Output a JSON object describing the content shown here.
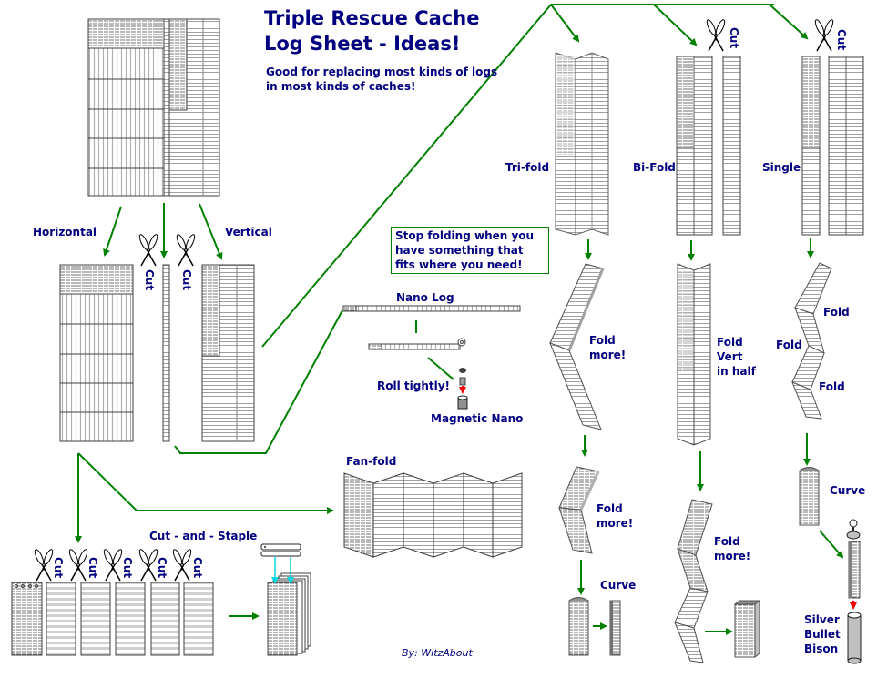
{
  "title": {
    "line1": "Triple Rescue Cache",
    "line2": "Log Sheet - Ideas!"
  },
  "subtitle": {
    "line1": "Good for replacing most kinds of logs",
    "line2": "in most kinds of caches!"
  },
  "note": "Stop folding when you have something that fits where you need!",
  "credit": "By: WitzAbout",
  "colors": {
    "text": "#000080",
    "arrow": "#008000",
    "staple_arrow": "#00e0e0",
    "insert_arrow": "#ff0000",
    "paper_line": "#b0b0b0",
    "paper_border": "#404040"
  },
  "labels": {
    "horizontal": "Horizontal",
    "vertical": "Vertical",
    "cut": "Cut",
    "tri_fold": "Tri-fold",
    "bi_fold": "Bi-Fold",
    "single": "Single",
    "nano_log": "Nano Log",
    "roll_tightly": "Roll tightly!",
    "magnetic_nano": "Magnetic Nano",
    "fan_fold": "Fan-fold",
    "cut_and_staple": "Cut - and - Staple",
    "fold_more": "Fold",
    "fold_more_2": "more!",
    "fold_vert_1": "Fold",
    "fold_vert_2": "Vert",
    "fold_vert_3": "in half",
    "fold": "Fold",
    "curve": "Curve",
    "silver_1": "Silver",
    "silver_2": "Bullet",
    "silver_3": "Bison"
  },
  "icons": {
    "scissors": "scissors-icon",
    "stapler": "stapler-icon",
    "magnet": "magnet-icon",
    "container": "cylinder-container-icon"
  }
}
